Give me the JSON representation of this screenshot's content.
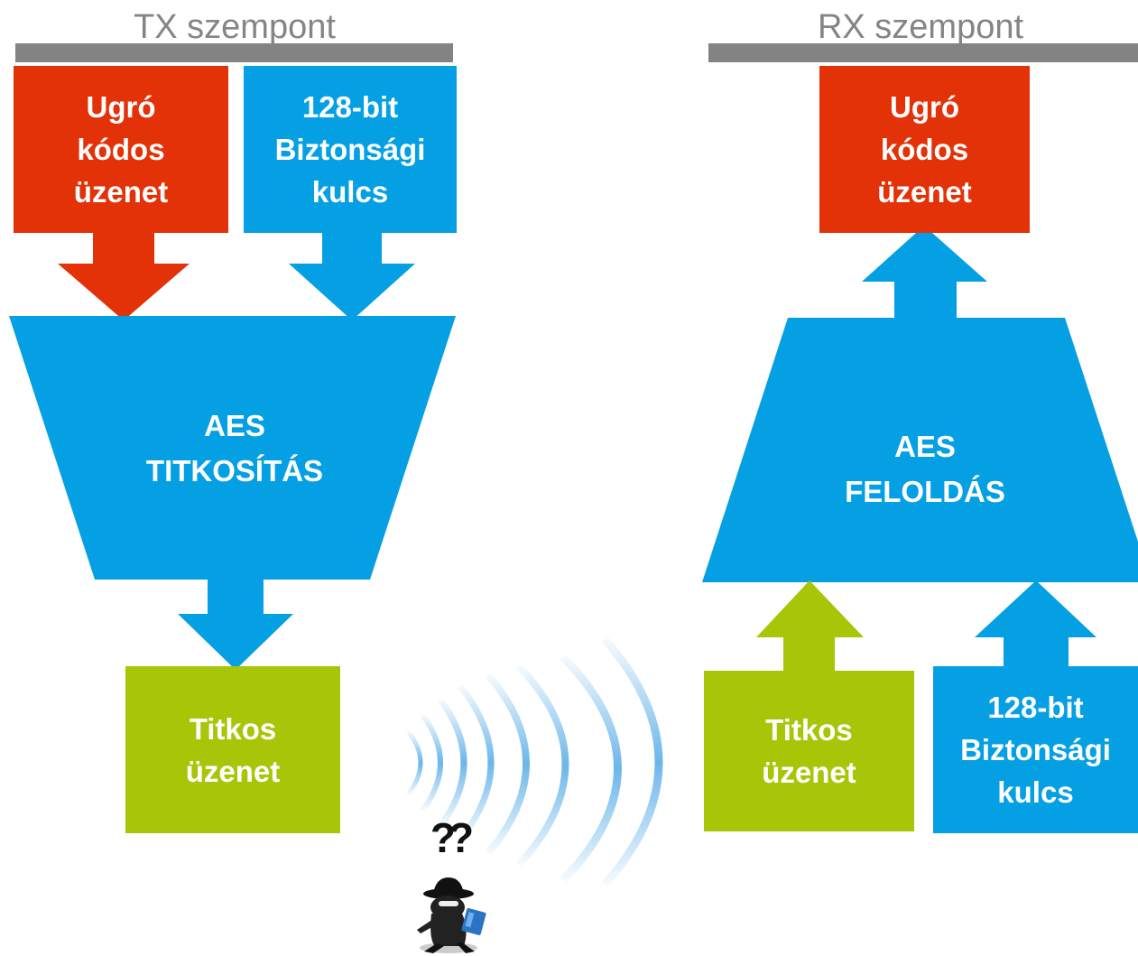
{
  "tx": {
    "title": "TX szempont",
    "hopping_box": [
      "Ugró",
      "kódos",
      "üzenet"
    ],
    "key_box": [
      "128-bit",
      "Biztonsági",
      "kulcs"
    ],
    "encrypt_block": [
      "AES",
      "TITKOSÍTÁS"
    ],
    "secret_box": [
      "Titkos",
      "üzenet"
    ]
  },
  "rx": {
    "title": "RX szempont",
    "hopping_box": [
      "Ugró",
      "kódos",
      "üzenet"
    ],
    "decrypt_block": [
      "AES",
      "FELOLDÁS"
    ],
    "secret_box": [
      "Titkos",
      "üzenet"
    ],
    "key_box": [
      "128-bit",
      "Biztonsági",
      "kulcs"
    ]
  },
  "eavesdropper": {
    "marks": "??"
  },
  "colors": {
    "red": "#e33208",
    "blue": "#05a0e4",
    "green": "#a9c508",
    "gray": "#838383",
    "wave": "#5aaee8"
  }
}
